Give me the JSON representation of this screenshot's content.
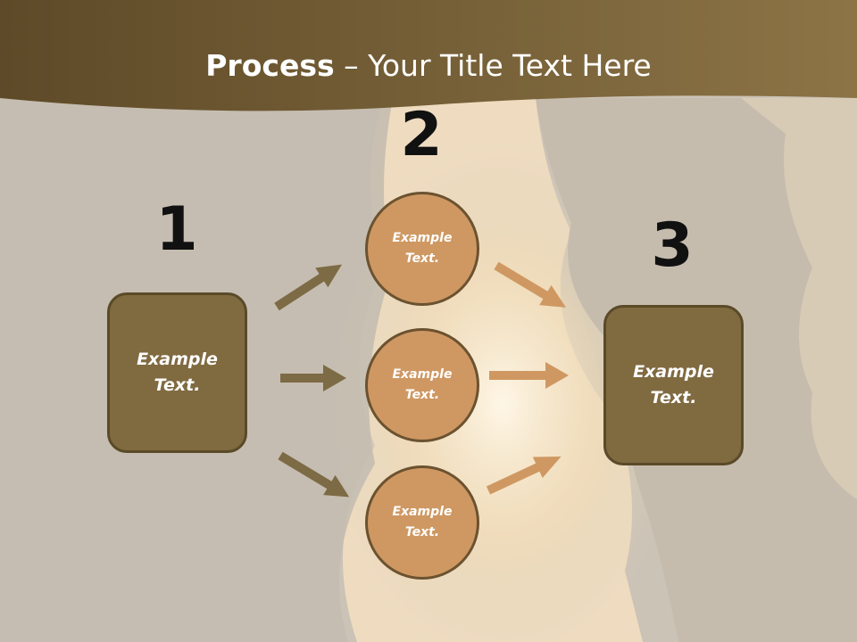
{
  "title": {
    "bold": "Process",
    "rest": " – Your Title Text Here"
  },
  "steps": {
    "one": {
      "number": "1",
      "label": "Example\nText."
    },
    "two": {
      "number": "2"
    },
    "three": {
      "number": "3",
      "label": "Example\nText."
    }
  },
  "circles": [
    {
      "label": "Example\nText."
    },
    {
      "label": "Example\nText."
    },
    {
      "label": "Example\nText."
    }
  ],
  "colors": {
    "header": "#7a6538",
    "box_fill": "#806a40",
    "circle_fill": "#cf9862",
    "left_arrows": "#7d6b45",
    "right_arrows": "#cf9862"
  }
}
